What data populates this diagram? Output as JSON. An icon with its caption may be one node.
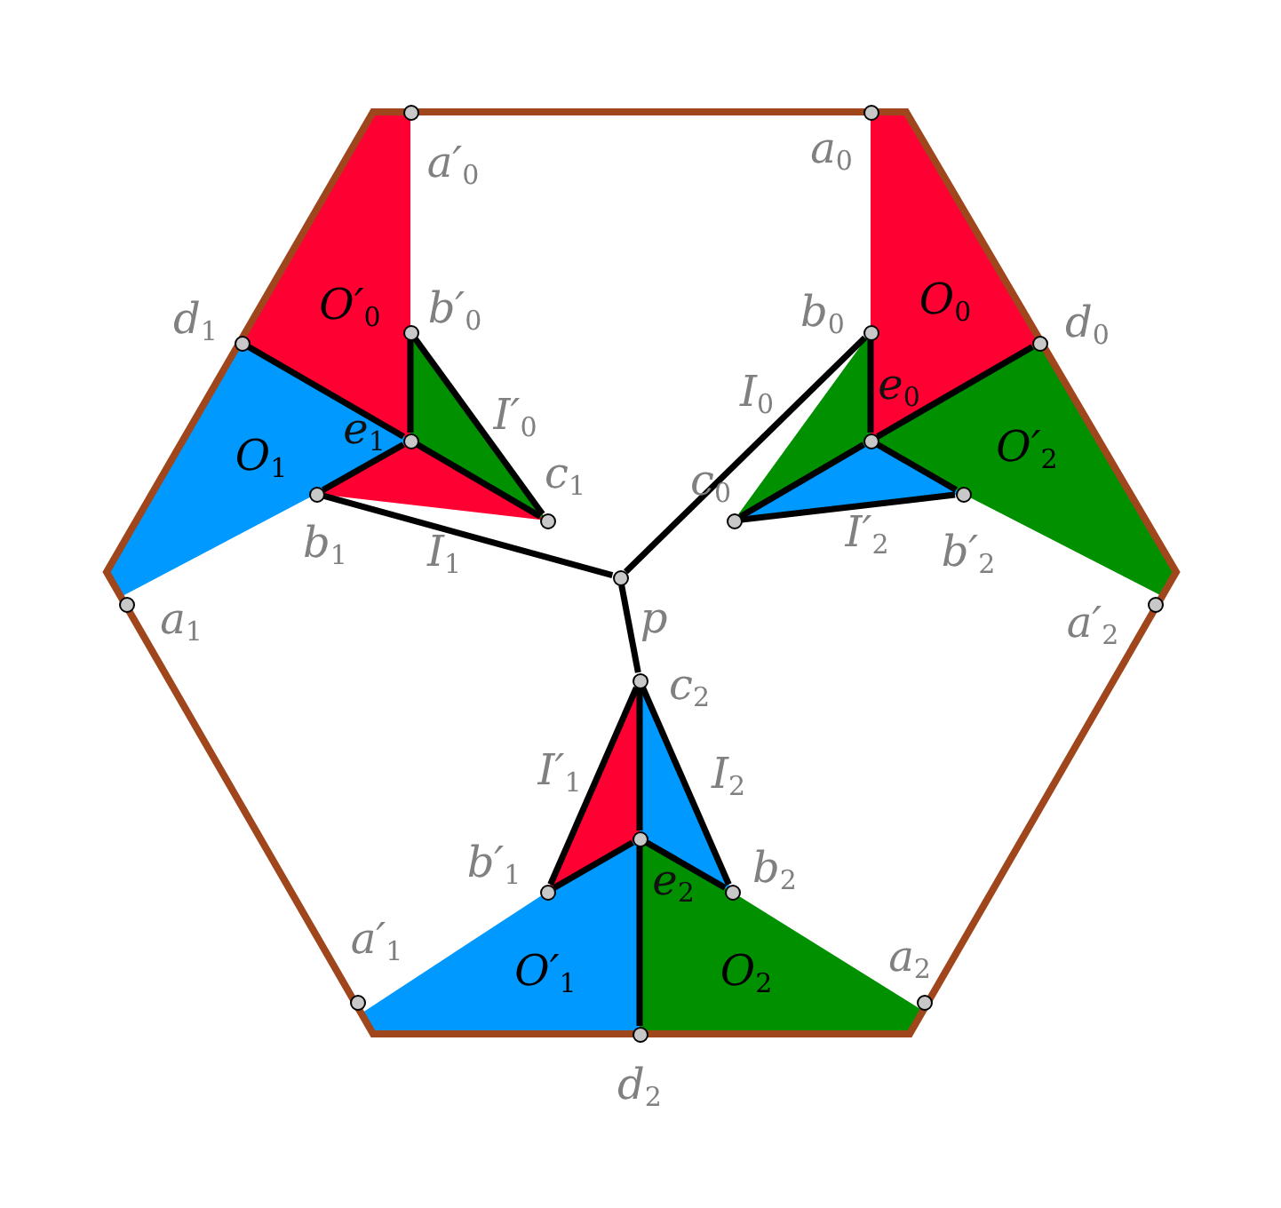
{
  "diagram": {
    "nodes": [
      {
        "text": [],
        "shape": "circle",
        "beside": [
          "a′$_{0}$"
        ]
      },
      {
        "text": [],
        "shape": "circle",
        "beside": [
          "a$_{0}$"
        ]
      },
      {
        "text": [],
        "shape": "circle",
        "beside": [
          "d$_{1}$"
        ]
      },
      {
        "text": [],
        "shape": "circle",
        "beside": [
          "b′$_{0}$"
        ]
      },
      {
        "text": [],
        "shape": "circle",
        "beside": [
          "b$_{0}$"
        ]
      },
      {
        "text": [],
        "shape": "circle",
        "beside": [
          "d$_{0}$"
        ]
      },
      {
        "text": [],
        "shape": "circle",
        "beside": [
          "e$_{1}$"
        ]
      },
      {
        "text": [],
        "shape": "circle",
        "beside": [
          "e$_{0}$"
        ]
      },
      {
        "text": [],
        "shape": "circle",
        "beside": [
          "b$_{1}$"
        ]
      },
      {
        "text": [],
        "shape": "circle",
        "beside": [
          "c$_{1}$"
        ]
      },
      {
        "text": [],
        "shape": "circle",
        "beside": [
          "c$_{0}$"
        ]
      },
      {
        "text": [],
        "shape": "circle",
        "beside": [
          "b′$_{2}$"
        ]
      },
      {
        "text": [],
        "shape": "circle",
        "beside": [
          "a$_{1}$"
        ]
      },
      {
        "text": [],
        "shape": "circle",
        "beside": [
          "p"
        ]
      },
      {
        "text": [],
        "shape": "circle",
        "beside": [
          "a′$_{2}$"
        ]
      },
      {
        "text": [],
        "shape": "circle",
        "beside": [
          "c$_{2}$"
        ]
      },
      {
        "text": [],
        "shape": "circle",
        "beside": [
          "e$_{2}$"
        ]
      },
      {
        "text": [],
        "shape": "circle",
        "beside": [
          "b′$_{1}$"
        ]
      },
      {
        "text": [],
        "shape": "circle",
        "beside": [
          "b$_{2}$"
        ]
      },
      {
        "text": [],
        "shape": "circle",
        "beside": [
          "a′$_{1}$"
        ]
      },
      {
        "text": [],
        "shape": "circle",
        "beside": [
          "a$_{2}$"
        ]
      },
      {
        "text": [],
        "shape": "circle",
        "beside": [
          "d$_{2}$"
        ]
      }
    ],
    "edges": [
      {
        "from": 2,
        "to": 6,
        "arrow": "none"
      },
      {
        "from": 3,
        "to": 6,
        "arrow": "none"
      },
      {
        "from": 3,
        "to": 9,
        "arrow": "none"
      },
      {
        "from": 6,
        "to": 9,
        "arrow": "none"
      },
      {
        "from": 8,
        "to": 6,
        "arrow": "none"
      },
      {
        "from": 8,
        "to": 13,
        "arrow": "none"
      },
      {
        "from": 5,
        "to": 7,
        "arrow": "none"
      },
      {
        "from": 4,
        "to": 7,
        "arrow": "none"
      },
      {
        "from": 7,
        "to": 10,
        "arrow": "none"
      },
      {
        "from": 10,
        "to": 11,
        "arrow": "none"
      },
      {
        "from": 7,
        "to": 11,
        "arrow": "none"
      },
      {
        "from": 4,
        "to": 13,
        "arrow": "none"
      },
      {
        "from": 15,
        "to": 13,
        "arrow": "none"
      },
      {
        "from": 15,
        "to": 16,
        "arrow": "none"
      },
      {
        "from": 15,
        "to": 17,
        "arrow": "none"
      },
      {
        "from": 15,
        "to": 18,
        "arrow": "none"
      },
      {
        "from": 16,
        "to": 17,
        "arrow": "none"
      },
      {
        "from": 16,
        "to": 18,
        "arrow": "none"
      },
      {
        "from": 16,
        "to": 21,
        "arrow": "none"
      }
    ],
    "labels": [
      "O′$_{0}$",
      "O$_{0}$",
      "I′$_{0}$",
      "I$_{0}$",
      "O$_{1}$",
      "O′$_{2}$",
      "I$_{1}$",
      "I′$_{2}$",
      "I′$_{1}$",
      "I$_{2}$",
      "O′$_{1}$",
      "O$_{2}$"
    ]
  }
}
